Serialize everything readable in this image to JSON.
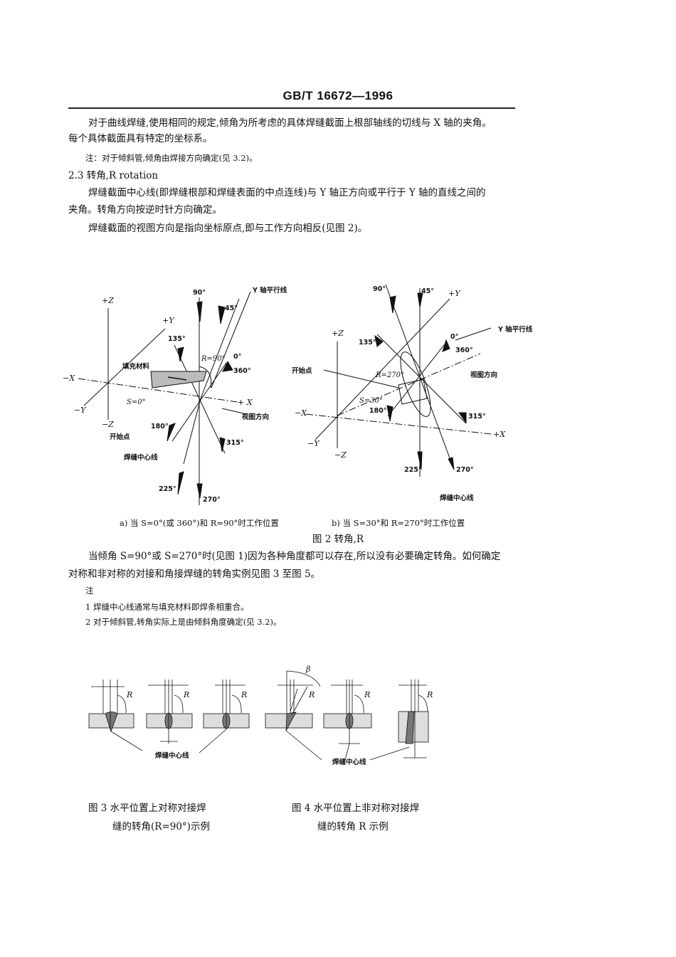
{
  "header": {
    "standard_no": "GB/T 16672—1996"
  },
  "body": {
    "para1_line1": "对于曲线焊缝,使用相同的规定,倾角为所考虑的具体焊缝截面上根部轴线的切线与 X 轴的夹角。",
    "para1_line2": "每个具体截面具有特定的坐标系。",
    "note1": "注：对于倾斜管,倾角由焊接方向确定(见 3.2)。",
    "section_title": "2.3  转角,R   rotation",
    "para2_line1": "焊缝截面中心线(即焊缝根部和焊缝表面的中点连线)与 Y 轴正方向或平行于 Y 轴的直线之间的",
    "para2_line2": "夹角。转角方向按逆时针方向确定。",
    "para3": "焊缝截面的视图方向是指向坐标原点,即与工作方向相反(见图 2)。",
    "para4_line1": "当倾角 S=90°或 S=270°时(见图 1)因为各种角度都可以存在,所以没有必要确定转角。如何确定",
    "para4_line2": "对称和非对称的对接和角接焊缝的转角实例见图 3 至图 5。",
    "notes_title": "注",
    "notes": [
      "1 焊缝中心线通常与填充材料即焊条相重合。",
      "2 对于倾斜管,转角实际上是由倾斜角度确定(见 3.2)。"
    ]
  },
  "figure2": {
    "a": {
      "pz": "+Z",
      "nz": "−Z",
      "py": "+Y",
      "ny": "−Y",
      "nx": "−X",
      "px": "+ X",
      "a90": "90°",
      "a45": "45°",
      "a135": "135°",
      "a0": "0°",
      "a360": "360°",
      "a180": "180°",
      "a315": "315°",
      "a225": "225°",
      "a270": "270°",
      "r": "R=90°",
      "s": "S=0°",
      "yline": "Y 轴平行线",
      "filler": "填充材料",
      "view": "视图方向",
      "start": "开始点",
      "centerline": "焊缝中心线",
      "caption": "a) 当 S=0°(或 360°)和 R=90°时工作位置"
    },
    "b": {
      "pz": "+Z",
      "nz": "−Z",
      "py": "+Y",
      "ny": "−Y",
      "nx": "−X",
      "px": "+X",
      "a90": "90°",
      "a45": "45°",
      "a135": "135°",
      "a0": "0°",
      "a360": "360°",
      "a180": "180°",
      "a315": "315°",
      "a225": "225°",
      "a270": "270°",
      "r": "R=270°",
      "s": "S=30°",
      "yline": "Y 轴平行线",
      "view": "视图方向",
      "start": "开始点",
      "centerline": "焊缝中心线",
      "caption": "b) 当 S=30°和 R=270°时工作位置"
    },
    "title": "图 2   转角,R"
  },
  "figure3": {
    "r": "R",
    "centerline": "焊缝中心线",
    "caption_line1": "图 3   水平位置上对称对接焊",
    "caption_line2": "缝的转角(R=90°)示例"
  },
  "figure4": {
    "r": "R",
    "beta": "β",
    "centerline": "焊缝中心线",
    "caption_line1": "图 4   水平位置上非对称对接焊",
    "caption_line2": "缝的转角 R 示例"
  }
}
